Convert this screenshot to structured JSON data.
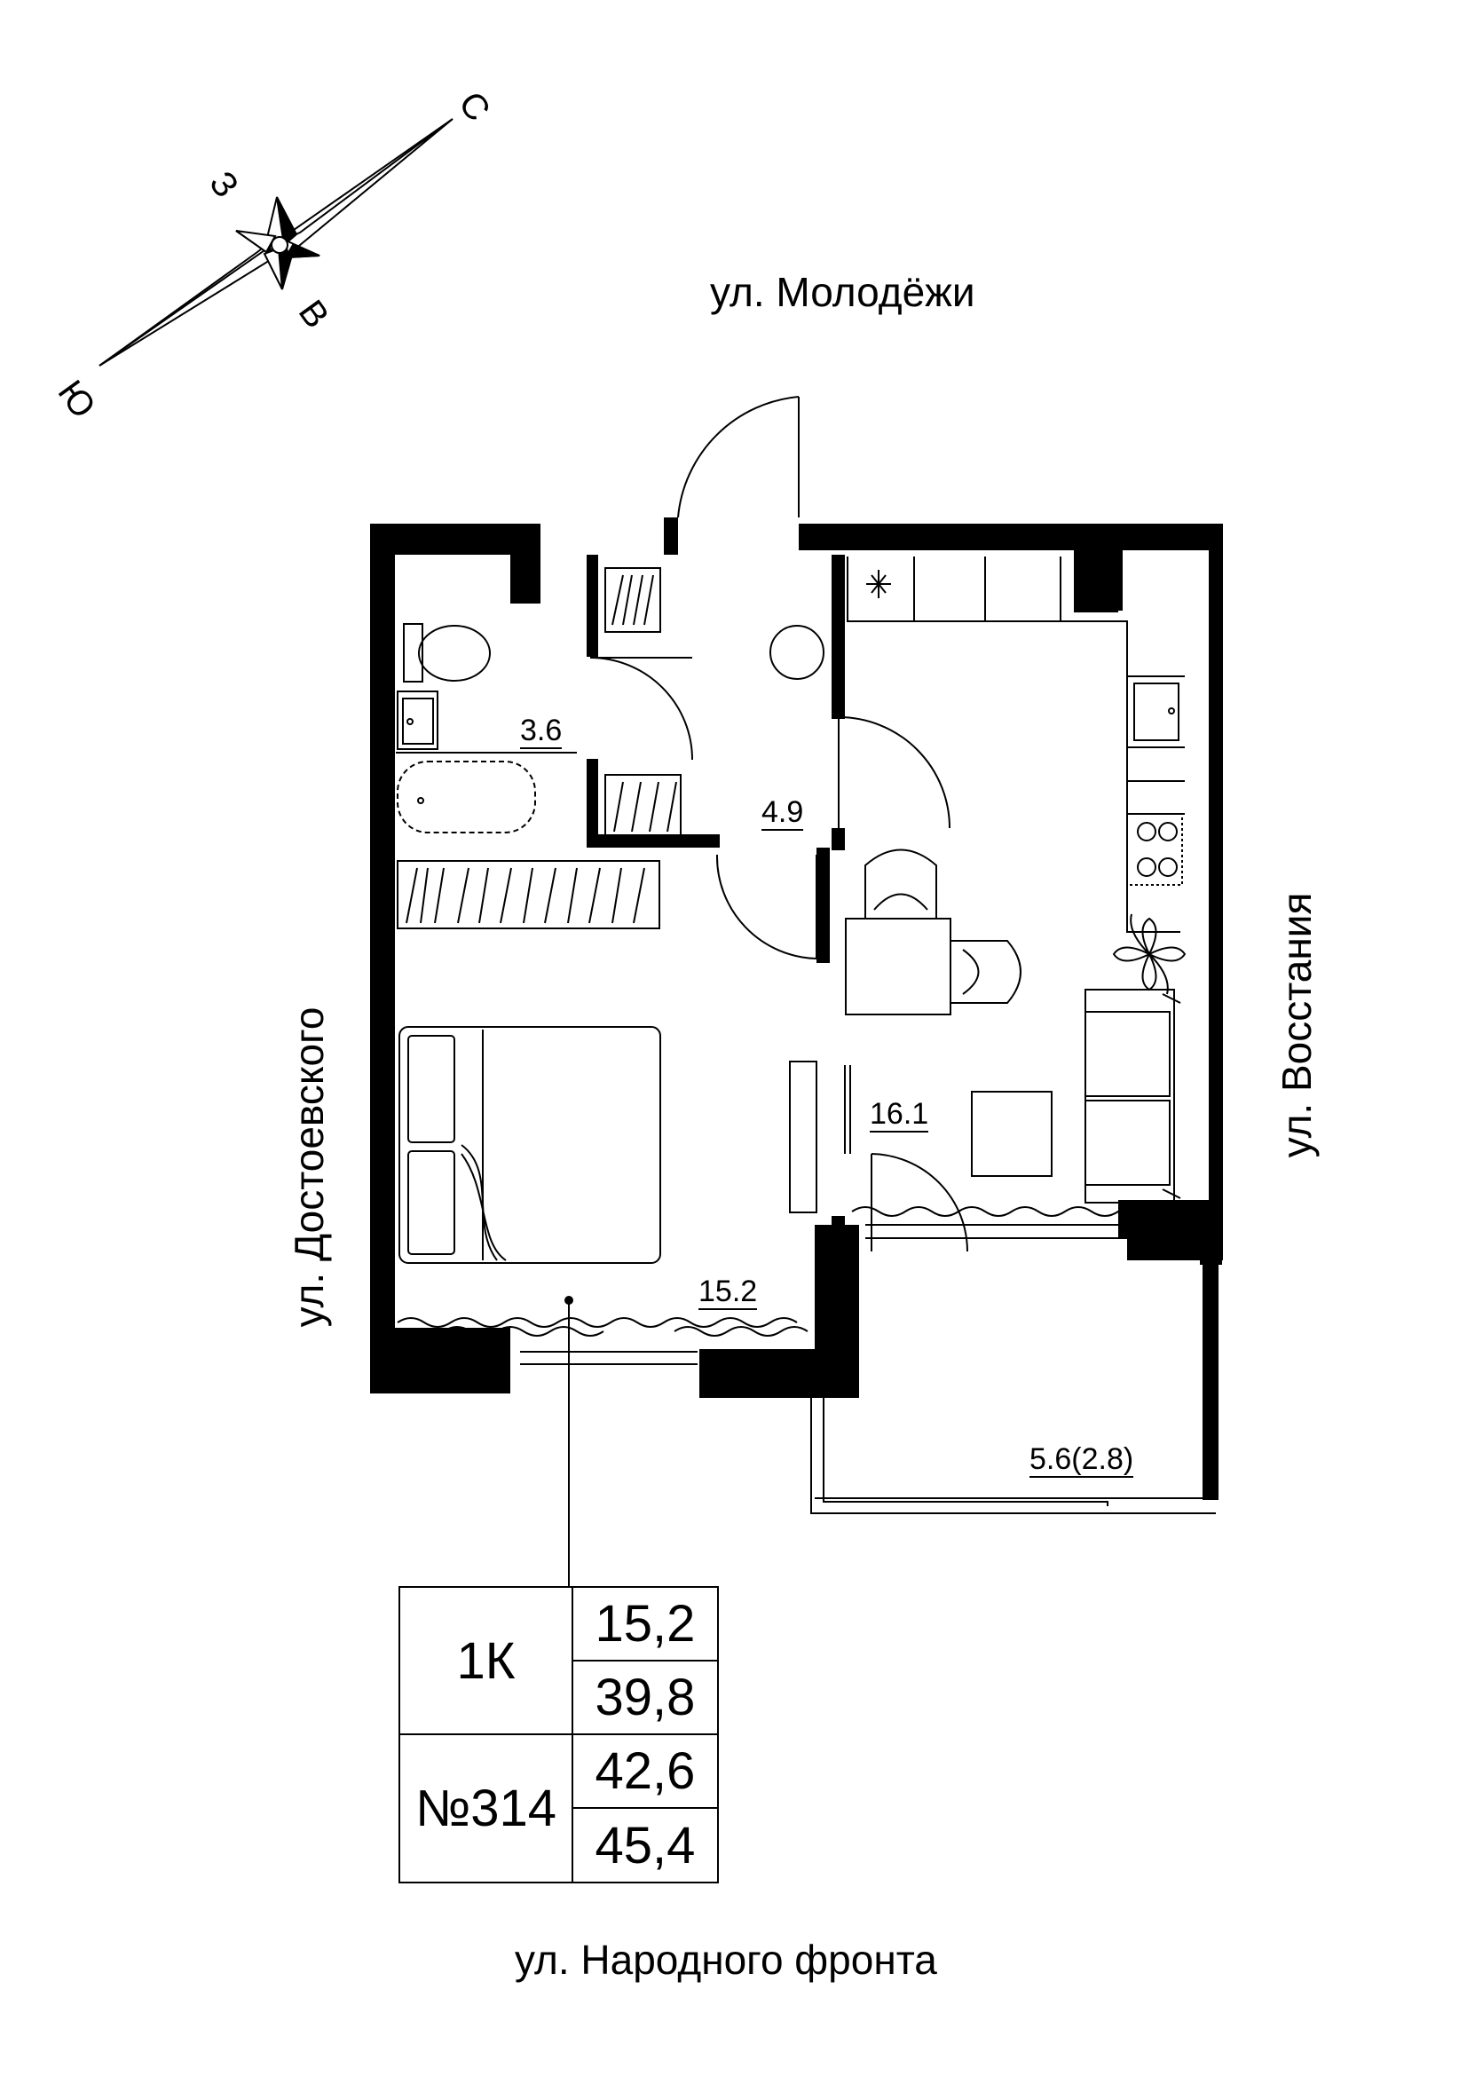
{
  "compass": {
    "north": "С",
    "south": "Ю",
    "west": "З",
    "east": "В"
  },
  "streets": {
    "top": "ул. Молодёжи",
    "left": "ул. Достоевского",
    "right": "ул. Восстания",
    "bottom": "ул. Народного фронта"
  },
  "rooms": {
    "bathroom": "3.6",
    "hallway": "4.9",
    "kitchen_living": "16.1",
    "bedroom": "15.2",
    "balcony": "5.6(2.8)"
  },
  "info": {
    "type": "1К",
    "number": "№314",
    "living_area": "15,2",
    "total_area": "39,8",
    "area_with_balcony_reduced": "42,6",
    "area_with_balcony_full": "45,4"
  }
}
